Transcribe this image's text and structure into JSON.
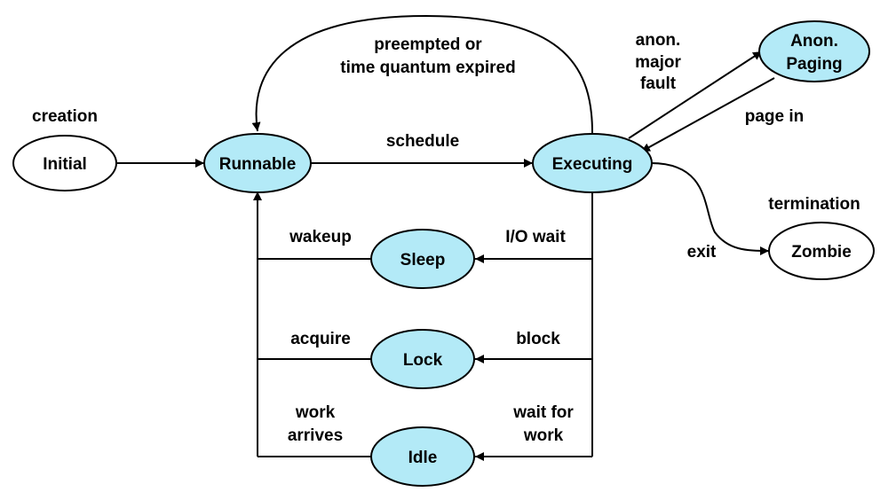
{
  "colors": {
    "state_fill": "#b3eaf7",
    "plain_fill": "#ffffff",
    "line": "#000000"
  },
  "states": {
    "initial": "Initial",
    "runnable": "Runnable",
    "executing": "Executing",
    "sleep": "Sleep",
    "lock": "Lock",
    "idle": "Idle",
    "zombie": "Zombie",
    "anon_paging": [
      "Anon.",
      "Paging"
    ]
  },
  "labels": {
    "creation": "creation",
    "schedule": "schedule",
    "preempted": [
      "preempted or",
      "time quantum expired"
    ],
    "anon_major_fault": [
      "anon.",
      "major",
      "fault"
    ],
    "page_in": "page in",
    "termination": "termination",
    "exit": "exit",
    "wakeup": "wakeup",
    "io_wait": "I/O wait",
    "acquire": "acquire",
    "block": "block",
    "work_arrives": [
      "work",
      "arrives"
    ],
    "wait_for_work": [
      "wait for",
      "work"
    ]
  }
}
